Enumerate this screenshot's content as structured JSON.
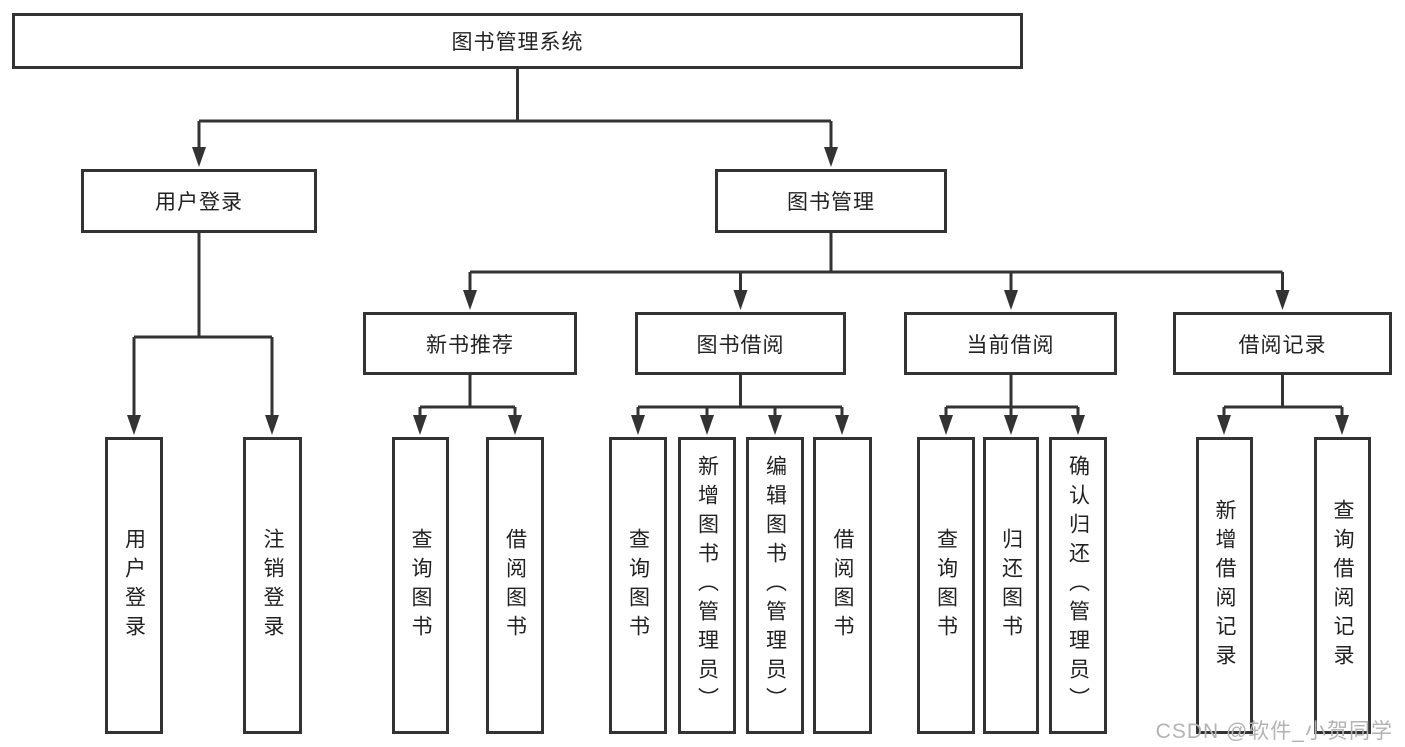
{
  "page": {
    "background": "#ffffff"
  },
  "colors": {
    "line": "#333333",
    "box_border": "#333333",
    "text": "#222222",
    "watermark": "#b3b3b3"
  },
  "tree": {
    "root": {
      "label": "图书管理系统"
    },
    "branches": [
      {
        "label": "用户登录",
        "children": [
          {
            "label": "用户登录"
          },
          {
            "label": "注销登录"
          }
        ]
      },
      {
        "label": "图书管理",
        "children": [
          {
            "label": "新书推荐",
            "children": [
              {
                "label": "查询图书"
              },
              {
                "label": "借阅图书"
              }
            ]
          },
          {
            "label": "图书借阅",
            "children": [
              {
                "label": "查询图书"
              },
              {
                "label": "新增图书（管理员）"
              },
              {
                "label": "编辑图书（管理员）"
              },
              {
                "label": "借阅图书"
              }
            ]
          },
          {
            "label": "当前借阅",
            "children": [
              {
                "label": "查询图书"
              },
              {
                "label": "归还图书"
              },
              {
                "label": "确认归还（管理员）"
              }
            ]
          },
          {
            "label": "借阅记录",
            "children": [
              {
                "label": "新增借阅记录"
              },
              {
                "label": "查询借阅记录"
              }
            ]
          }
        ]
      }
    ]
  },
  "watermark": {
    "text": "CSDN @软件_小贺同学"
  }
}
